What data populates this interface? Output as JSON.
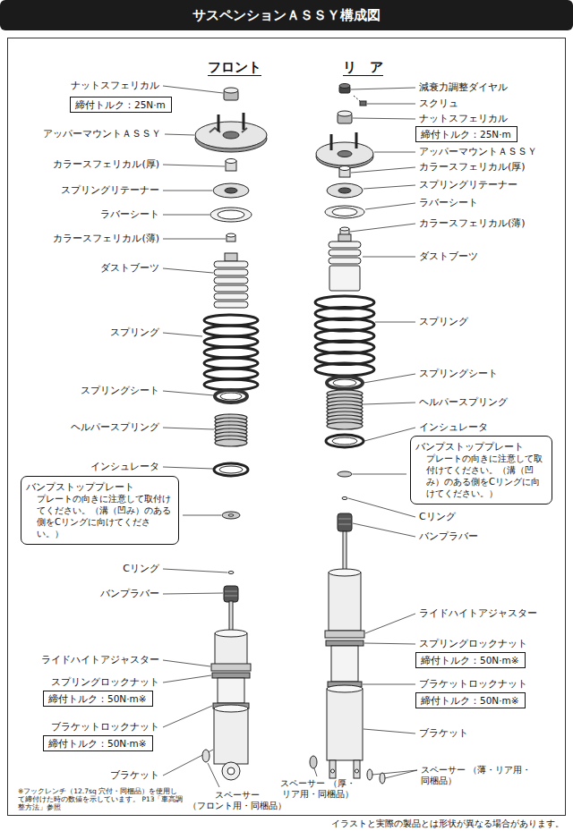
{
  "diagram": {
    "title": "サスペンションＡＳＳＹ構成図",
    "caption": "イラストと実際の製品とは形状が異なる場合があります。",
    "nodes": [
      {
        "text": [
          "締付トルク：25N·m"
        ]
      },
      {
        "text": [
          "バンプストッププレート",
          "プレートの向きに注意して取付けてください。（溝（凹み）のある側をCリングに向けてください。）"
        ]
      },
      {
        "text": [
          "締付トルク：50N·m※"
        ]
      },
      {
        "text": [
          "締付トルク：50N·m※"
        ]
      },
      {
        "text": [
          "締付トルク：25N·m"
        ]
      },
      {
        "text": [
          "バンプストッププレート",
          "プレートの向きに注意して取付けてください。（溝（凹み）のある側をCリングに向けてください。）"
        ]
      },
      {
        "text": [
          "締付トルク：50N·m※"
        ]
      },
      {
        "text": [
          "締付トルク：50N·m※"
        ]
      }
    ],
    "labels": [
      "フロント",
      "リ　ア",
      "ナットスフェリカル",
      "アッパーマウントＡＳＳＹ",
      "カラースフェリカル(厚)",
      "スプリングリテーナー",
      "ラバーシート",
      "カラースフェリカル(薄)",
      "ダストブーツ",
      "スプリング",
      "スプリングシート",
      "ヘルパースプリング",
      "インシュレータ",
      "Cリング",
      "バンプラバー",
      "ライドハイトアジャスター",
      "スプリングロックナット",
      "ブラケットロックナット",
      "ブラケット",
      "スペーサー （フロント用・同梱品）",
      "※フックレンチ（12.7sq 穴付・同梱品）を使用して締付けた時の数値を示しています。 P13「車高調整方法」参照",
      "減衰力調整ダイヤル",
      "スクリュ",
      "ナットスフェリカル",
      "アッパーマウントＡＳＳＹ",
      "カラースフェリカル(厚)",
      "スプリングリテーナー",
      "ラバーシート",
      "カラースフェリカル(薄)",
      "ダストブーツ",
      "スプリング",
      "スプリングシート",
      "ヘルパースプリング",
      "インシュレータ",
      "Cリング",
      "バンプラバー",
      "ライドハイトアジャスター",
      "スプリングロックナット",
      "ブラケットロックナット",
      "ブラケット",
      "スペーサー （薄・リア用・同梱品）",
      "スペーサー （厚・リア用・同梱品）"
    ]
  }
}
